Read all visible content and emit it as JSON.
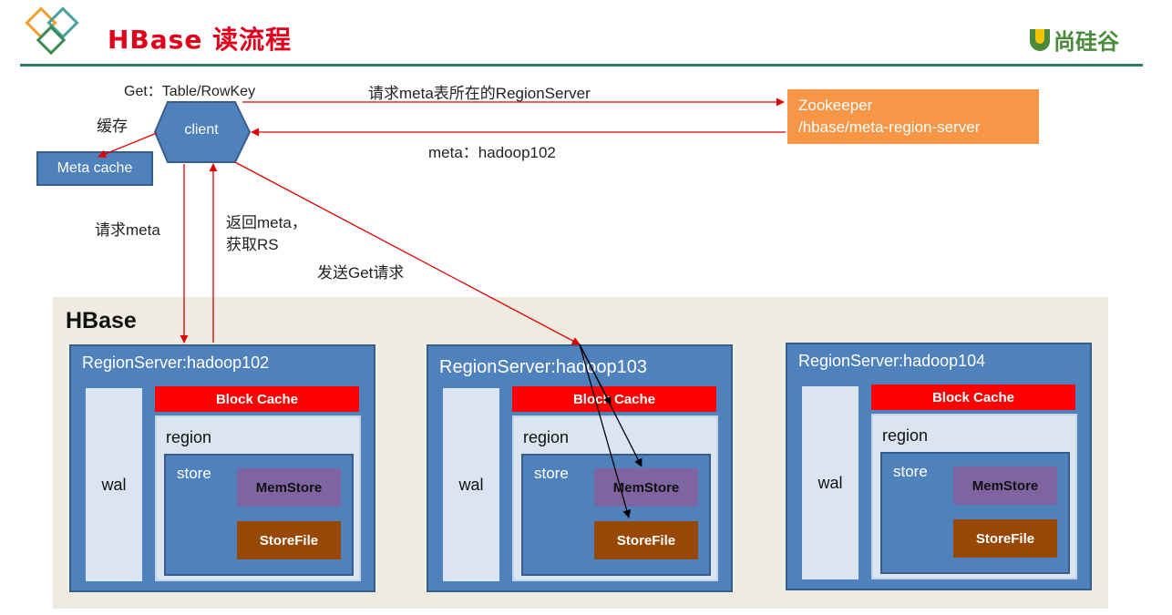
{
  "header": {
    "title": "HBase 读流程",
    "brand": "尚硅谷"
  },
  "labels": {
    "get_request": "Get：Table/RowKey",
    "cache": "缓存",
    "ask_zk": "请求meta表所在的RegionServer",
    "zk_reply": "meta：hadoop102",
    "request_meta": "请求meta",
    "return_meta_line1": "返回meta，",
    "return_meta_line2": "获取RS",
    "send_get": "发送Get请求"
  },
  "client": {
    "label": "client"
  },
  "meta_cache": {
    "label": "Meta cache"
  },
  "zookeeper": {
    "line1": "Zookeeper",
    "line2": "/hbase/meta-region-server"
  },
  "hbase": {
    "label": "HBase",
    "region_servers": [
      {
        "title": "RegionServer:hadoop102",
        "wal": "wal",
        "block_cache": "Block Cache",
        "region": "region",
        "store": "store",
        "memstore": "MemStore",
        "storefile": "StoreFile"
      },
      {
        "title": "RegionServer:hadoop103",
        "wal": "wal",
        "block_cache": "Block Cache",
        "region": "region",
        "store": "store",
        "memstore": "MemStore",
        "storefile": "StoreFile"
      },
      {
        "title": "RegionServer:hadoop104",
        "wal": "wal",
        "block_cache": "Block Cache",
        "region": "region",
        "store": "store",
        "memstore": "MemStore",
        "storefile": "StoreFile"
      }
    ]
  },
  "colors": {
    "title_red": "#e0001b",
    "arrow_red": "#e00000",
    "box_blue": "#4f81bd",
    "zookeeper_orange": "#f79646",
    "block_cache_red": "#ff0000",
    "memstore_purple": "#8064a2",
    "storefile_brown": "#984806"
  }
}
